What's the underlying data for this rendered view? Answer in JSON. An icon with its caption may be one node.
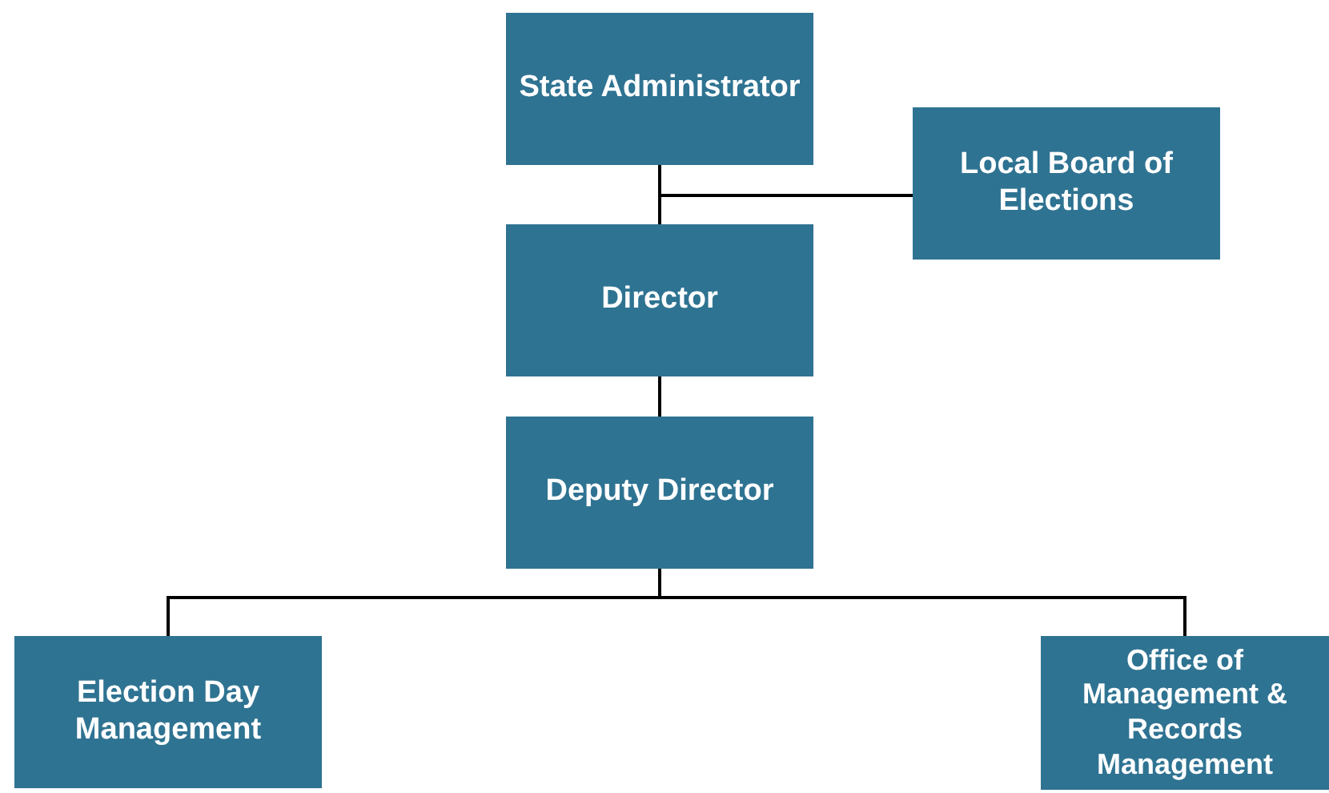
{
  "diagram": {
    "nodes": [
      {
        "text": [
          "State Administrator"
        ]
      },
      {
        "text": [
          "Local Board of Elections"
        ]
      },
      {
        "text": [
          "Director"
        ]
      },
      {
        "text": [
          "Deputy Director"
        ]
      },
      {
        "text": [
          "Election Day Management"
        ]
      },
      {
        "text": [
          "Office of Management & Records Management"
        ]
      }
    ],
    "edges": [
      {
        "from": 0,
        "to": 2,
        "arrow": "none"
      },
      {
        "from": 0,
        "to": 1,
        "arrow": "none"
      },
      {
        "from": 2,
        "to": 3,
        "arrow": "none"
      },
      {
        "from": 3,
        "to": 4,
        "arrow": "none"
      },
      {
        "from": 3,
        "to": 5,
        "arrow": "none"
      }
    ]
  }
}
